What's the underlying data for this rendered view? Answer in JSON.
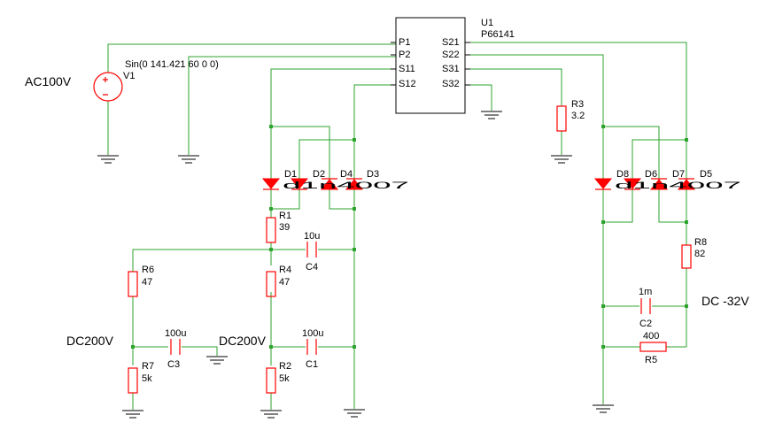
{
  "labels": {
    "u1_ref": "U1",
    "u1_part": "P66141",
    "pin_p1": "P1",
    "pin_p2": "P2",
    "pin_s11": "S11",
    "pin_s12": "S12",
    "pin_s21": "S21",
    "pin_s22": "S22",
    "pin_s31": "S31",
    "pin_s32": "S32",
    "ac_label": "AC100V",
    "v1_ref": "V1",
    "v1_value": "Sin(0 141.421 60 0 0)",
    "r1_ref": "R1",
    "r1_val": "39",
    "r2_ref": "R2",
    "r2_val": "5k",
    "r3_ref": "R3",
    "r3_val": "3.2",
    "r4_ref": "R4",
    "r4_val": "47",
    "r5_ref": "R5",
    "r5_val": "400",
    "r6_ref": "R6",
    "r6_val": "47",
    "r7_ref": "R7",
    "r7_val": "5k",
    "r8_ref": "R8",
    "r8_val": "82",
    "c1_ref": "C1",
    "c1_val": "100u",
    "c2_ref": "C2",
    "c2_val": "1m",
    "c3_ref": "C3",
    "c3_val": "100u",
    "c4_ref": "C4",
    "c4_val": "10u",
    "d1_ref": "D1",
    "d2_ref": "D2",
    "d3_ref": "D3",
    "d4_ref": "D4",
    "d5_ref": "D5",
    "d6_ref": "D6",
    "d7_ref": "D7",
    "d8_ref": "D8",
    "d_model_left": "d1n4007",
    "d_model_right": "d1n4007",
    "dc200_left": "DC200V",
    "dc200_mid": "DC200V",
    "dc_neg32": "DC -32V"
  },
  "colors": {
    "wire": "#2ea32e",
    "component": "#ff0000",
    "body": "#000000",
    "background": "#ffffff"
  }
}
